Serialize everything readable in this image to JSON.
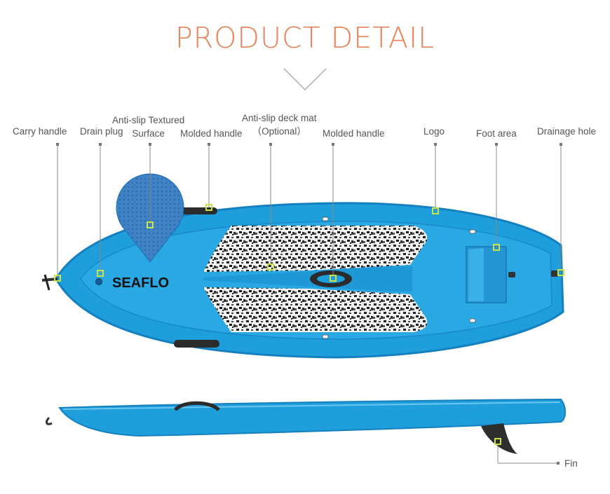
{
  "header": {
    "title": "PRODUCT DETAIL"
  },
  "brand_logo_text": "SEAFLO",
  "colors": {
    "title": "#e8835a",
    "board": "#1e9fdc",
    "board_edge": "#1580c0",
    "leader": "#888888",
    "marker": "#c9e34a"
  },
  "callouts": [
    {
      "id": "carry-handle",
      "lines": [
        "Carry handle"
      ]
    },
    {
      "id": "drain-plug",
      "lines": [
        "Drain plug"
      ]
    },
    {
      "id": "anti-slip-textured-surface",
      "lines": [
        "Anti-slip Textured",
        "Surface"
      ]
    },
    {
      "id": "molded-handle-left",
      "lines": [
        "Molded handle"
      ]
    },
    {
      "id": "anti-slip-deck-mat",
      "lines": [
        "Anti-slip deck mat",
        "（Optional）"
      ]
    },
    {
      "id": "molded-handle-center",
      "lines": [
        "Molded handle"
      ]
    },
    {
      "id": "logo",
      "lines": [
        "Logo"
      ]
    },
    {
      "id": "foot-area",
      "lines": [
        "Foot area"
      ]
    },
    {
      "id": "drainage-hole",
      "lines": [
        "Drainage hole"
      ]
    },
    {
      "id": "fin",
      "lines": [
        "Fin"
      ]
    }
  ]
}
